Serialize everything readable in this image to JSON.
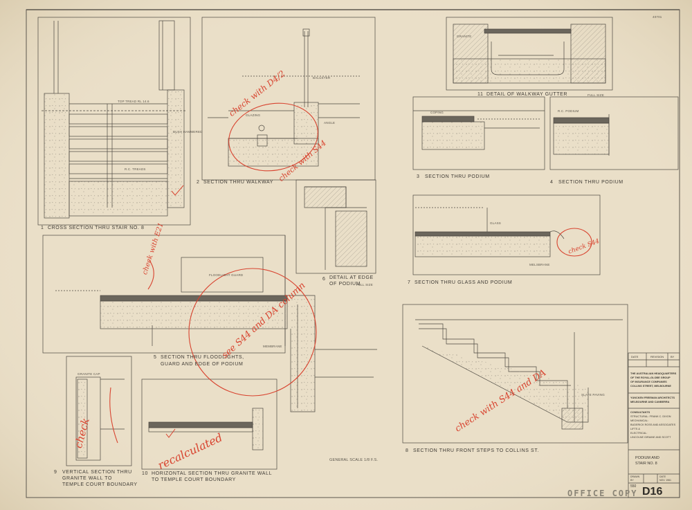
{
  "sheet": {
    "drawing_number": "D16",
    "office_copy": "OFFICE COPY",
    "top_right_note": "40701",
    "general_scale": "GENERAL SCALE   1/8   F.S."
  },
  "details": [
    {
      "num": "1",
      "title": "CROSS SECTION THRU STAIR NO. 8"
    },
    {
      "num": "2",
      "title": "SECTION THRU WALKWAY"
    },
    {
      "num": "3",
      "title": "SECTION THRU PODIUM"
    },
    {
      "num": "4",
      "title": "SECTION THRU PODIUM"
    },
    {
      "num": "5",
      "title": "SECTION THRU FLOODLIGHTS,",
      "title2": "GUARD AND EDGE OF PODIUM"
    },
    {
      "num": "6",
      "title": "DETAIL AT EDGE",
      "title2": "OF PODIUM",
      "scale": "FULL SIZE"
    },
    {
      "num": "7",
      "title": "SECTION THRU GLASS AND PODIUM"
    },
    {
      "num": "8",
      "title": "SECTION THRU FRONT STEPS TO COLLINS ST."
    },
    {
      "num": "9",
      "title": "VERTICAL SECTION THRU",
      "title2": "GRANITE WALL TO",
      "title3": "TEMPLE COURT BOUNDARY"
    },
    {
      "num": "10",
      "title": "HORIZONTAL SECTION THRU GRANITE WALL",
      "title2": "TO TEMPLE COURT BOUNDARY"
    },
    {
      "num": "11",
      "title": "DETAIL OF WALKWAY GUTTER",
      "scale": "FULL SIZE"
    }
  ],
  "notes": {
    "top_tread": "TOP TREAD RL 14.6",
    "bush_hammered": "BUSH HAMMERED",
    "rc_treads": "R.C. TREADS",
    "granite": "GRANITE",
    "glazing": "GLAZING",
    "baluster": "BALUSTER",
    "angle": "ANGLE",
    "coping": "COPING",
    "floodlight_guard": "FLOODLIGHT GUARD",
    "membrane": "MEMBRANE",
    "melbourne": "MELSBRANE",
    "rc_podium": "R.C. PODIUM",
    "glass": "GLASS",
    "granite_cap": "GRANITE CAP",
    "slate_paving": "SLATE PAVING"
  },
  "title_block": {
    "header": [
      "DATE",
      "REVISION",
      "BY"
    ],
    "client": [
      "THE AUSTRALIAN HEADQUARTERS",
      "OF THE ROYAL-GLOBE GROUP",
      "OF INSURANCE COMPANIES",
      "COLLINS STREET, MELBOURNE"
    ],
    "architects": [
      "YUNCKEN FREEMAN ARCHITECTS",
      "MELBOURNE AND CANBERRA"
    ],
    "consultants": [
      "CONSULTANTS",
      "STRUCTURAL: FRANK C. DIXON",
      "MECHANICAL:",
      "BUDERICK ROSS AND ASSOCIATES",
      "LIFTS &",
      "ELECTRICAL:",
      "LINCOLNE GIRAINE AND SCOTT"
    ],
    "drawing_title": [
      "PODIUM AND",
      "STAIR NO. 8"
    ],
    "drawn": "DRAWN",
    "date_label": "DATE",
    "drawn_by": "BY",
    "date_value": "NOV. 1961",
    "job": "550"
  },
  "annotations": {
    "a_check_d42": "check with D4/2",
    "a_check_s44_walkway": "check with S44",
    "a_check_e21": "check with E21",
    "a_see_s44": "see S44 and DA column",
    "a_check_s44_podium": "check S44",
    "a_check_s44_steps": "check with S44 and DA",
    "a_recalculated": "recalculated",
    "a_check_9": "check"
  },
  "colors": {
    "paper": "#eadfc8",
    "ink": "#4a463f",
    "red_pencil": "#d8432f"
  }
}
